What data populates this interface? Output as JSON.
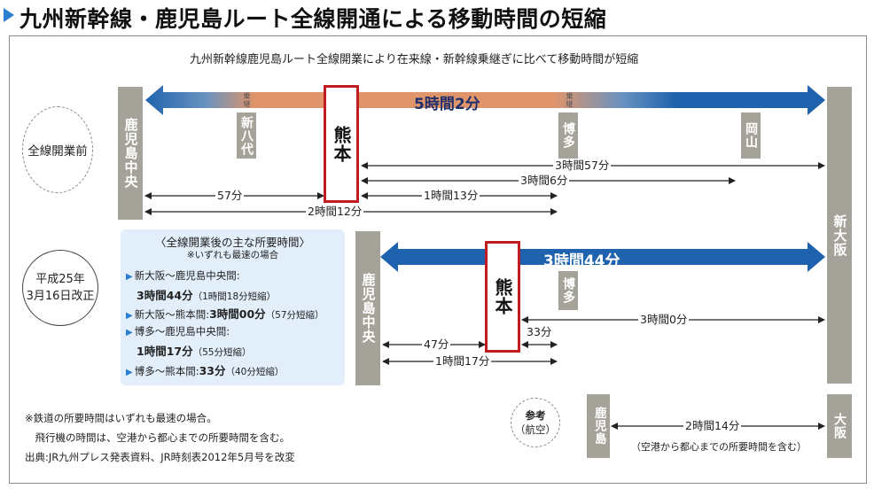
{
  "title": "九州新幹線・鹿児島ルート全線開通による移動時間の短縮",
  "subtitle": "九州新幹線鹿児島ルート全線開業により在来線・新幹線乗継ぎに比べて移動時間が短縮",
  "colors": {
    "accent_blue": "#1f63ae",
    "rail_orange": "#e0946a",
    "station_gray": "#a5a399",
    "kumamoto_red": "#c21c23",
    "info_bg": "#e2eefa"
  },
  "before": {
    "circle_label": "全線開業前",
    "left_terminal": "鹿児島中央",
    "right_terminal": "新大阪",
    "stations": [
      {
        "name": "新八代",
        "mark": "乗継"
      },
      {
        "name": "博多",
        "mark": "乗継"
      },
      {
        "name": "岡山",
        "mark": ""
      }
    ],
    "kumamoto": "熊本",
    "main_time": "5時間2分",
    "segments": [
      {
        "label": "3時間57分"
      },
      {
        "label": "3時間6分"
      },
      {
        "label": "57分"
      },
      {
        "label": "1時間13分"
      },
      {
        "label": "2時間12分"
      }
    ]
  },
  "after": {
    "date_line1": "平成25年",
    "date_line2": "3月16日改正",
    "left_terminal": "鹿児島中央",
    "kumamoto": "熊本",
    "hakata": "博多",
    "main_time": "3時間44分",
    "segments": [
      {
        "label": "3時間0分"
      },
      {
        "label": "33分"
      },
      {
        "label": "47分"
      },
      {
        "label": "1時間17分"
      }
    ]
  },
  "info_box": {
    "heading": "〈全線開業後の主な所要時間〉",
    "note": "※いずれも最速の場合",
    "items": [
      {
        "route": "新大阪～鹿児島中央間:",
        "time": "",
        "detail": ""
      },
      {
        "route": "",
        "time": "3時間44分",
        "detail": "（1時間18分短縮）"
      },
      {
        "route": "新大阪～熊本間:",
        "time": "3時間00分",
        "detail": "（57分短縮）"
      },
      {
        "route": "博多～鹿児島中央間:",
        "time": "",
        "detail": ""
      },
      {
        "route": "",
        "time": "1時間17分",
        "detail": "（55分短縮）"
      },
      {
        "route": "博多～熊本間:",
        "time": "33分",
        "detail": "（40分短縮）"
      }
    ]
  },
  "reference": {
    "circle_line1": "参考",
    "circle_line2": "（航空）",
    "left": "鹿児島",
    "right": "大阪",
    "time": "2時間14分",
    "note": "（空港から都心までの所要時間を含む）"
  },
  "notes": [
    "※鉄道の所要時間はいずれも最速の場合。",
    "　飛行機の時間は、空港から都心までの所要時間を含む。",
    "出典:JR九州プレス発表資料、JR時刻表2012年5月号を改変"
  ]
}
